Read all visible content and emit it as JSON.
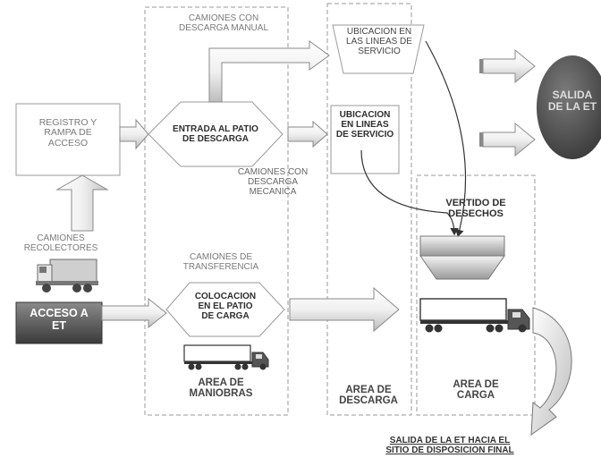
{
  "labels": {
    "camiones_descarga_manual": "CAMIONES CON\nDESCARGA MANUAL",
    "ubicacion_lineas_servicio_top": "UBICACION EN\nLAS LINEAS DE\nSERVICIO",
    "salida_et": "SALIDA\nDE LA ET",
    "registro_rampa": "REGISTRO Y\nRAMPA DE\nACCESO",
    "entrada_patio": "ENTRADA AL PATIO\nDE DESCARGA",
    "ubicacion_lineas_servicio_mid": "UBICACION\nEN LINEAS\nDE SERVICIO",
    "camiones_descarga_mecanica": "CAMIONES CON\nDESCARGA\nMECANICA",
    "vertido_desechos": "VERTIDO DE\nDESECHOS",
    "camiones_recolectores": "CAMIONES\nRECOLECTORES",
    "camiones_transferencia": "CAMIONES DE\nTRANSFERENCIA",
    "colocacion_patio_carga": "COLOCACION\nEN EL PATIO\nDE CARGA",
    "acceso_et": "ACCESO A\nET",
    "area_maniobras": "AREA DE\nMANIOBRAS",
    "area_descarga": "AREA DE\nDESCARGA",
    "area_carga": "AREA DE\nCARGA",
    "salida_disposicion": "SALIDA DE LA ET HACIA EL\nSITIO DE DISPOSICION FINAL"
  }
}
